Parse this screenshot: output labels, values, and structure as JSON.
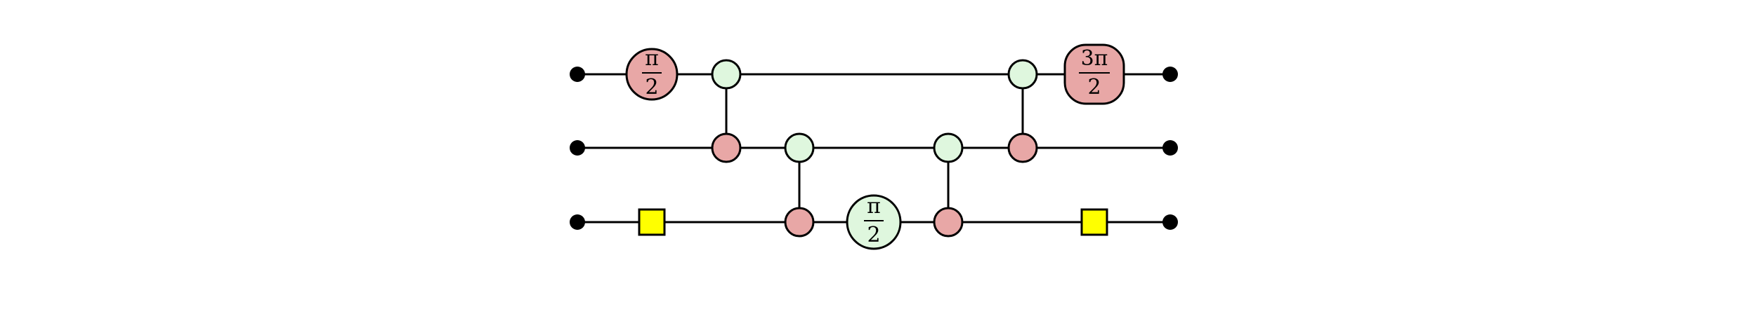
{
  "colors": {
    "green": "#dff7de",
    "red": "#e8a7a6",
    "yellow": "#ffff00"
  },
  "spiders": {
    "red_phase_1": {
      "numerator": "π",
      "denominator": "2"
    },
    "red_phase_2": {
      "numerator": "3π",
      "denominator": "2"
    },
    "green_phase_1": {
      "numerator": "π",
      "denominator": "2"
    }
  }
}
